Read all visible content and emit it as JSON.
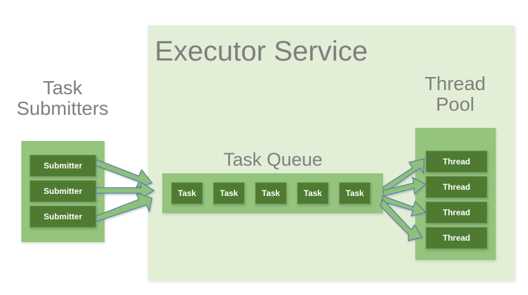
{
  "diagram": {
    "title": "Executor Service",
    "background_color": "#ffffff",
    "colors": {
      "outer_panel": "#e3eed6",
      "inner_panel": "#94c47d",
      "chip": "#4e7b31",
      "chip_text": "#ffffff",
      "label_text": "#7f7f7f",
      "arrow_fill": "#8fc07a",
      "arrow_stroke": "#5b7fa6"
    }
  },
  "submitters": {
    "title": "Task\nSubmitters",
    "items": [
      {
        "label": "Submitter"
      },
      {
        "label": "Submitter"
      },
      {
        "label": "Submitter"
      }
    ]
  },
  "queue": {
    "title": "Task Queue",
    "items": [
      {
        "label": "Task"
      },
      {
        "label": "Task"
      },
      {
        "label": "Task"
      },
      {
        "label": "Task"
      },
      {
        "label": "Task"
      }
    ]
  },
  "pool": {
    "title": "Thread\nPool",
    "items": [
      {
        "label": "Thread"
      },
      {
        "label": "Thread"
      },
      {
        "label": "Thread"
      },
      {
        "label": "Thread"
      }
    ]
  },
  "flows": {
    "submit_arrows": 3,
    "dispatch_arrows": 4
  }
}
